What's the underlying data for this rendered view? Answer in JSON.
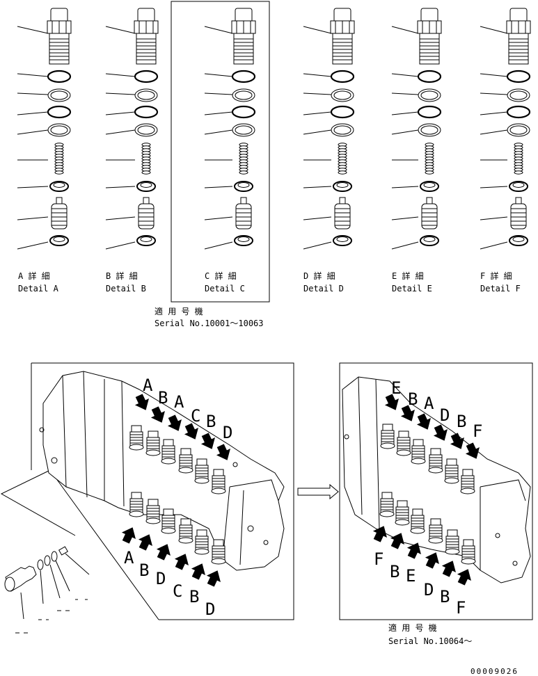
{
  "details": [
    {
      "letter": "A",
      "jp": "A 詳 細",
      "en": "Detail A",
      "highlight": false
    },
    {
      "letter": "B",
      "jp": "B 詳 細",
      "en": "Detail B",
      "highlight": false
    },
    {
      "letter": "C",
      "jp": "C 詳 細",
      "en": "Detail C",
      "highlight": true
    },
    {
      "letter": "D",
      "jp": "D 詳 細",
      "en": "Detail D",
      "highlight": false
    },
    {
      "letter": "E",
      "jp": "E 詳 細",
      "en": "Detail E",
      "highlight": false
    },
    {
      "letter": "F",
      "jp": "F 詳 細",
      "en": "Detail F",
      "highlight": false
    }
  ],
  "serial_top": {
    "jp": "適 用 号 機",
    "en": "Serial No.10001～10063"
  },
  "serial_bottom": {
    "jp": "適 用 号 機",
    "en": "Serial No.10064～"
  },
  "left_view": {
    "top_labels": [
      "A",
      "B",
      "A",
      "C",
      "B",
      "D"
    ],
    "bottom_labels": [
      "A",
      "B",
      "D",
      "C",
      "B",
      "D"
    ]
  },
  "right_view": {
    "top_labels": [
      "E",
      "B",
      "A",
      "D",
      "B",
      "F"
    ],
    "bottom_labels": [
      "F",
      "B",
      "E",
      "D",
      "B",
      "F"
    ]
  },
  "drawing_number": "00009026"
}
